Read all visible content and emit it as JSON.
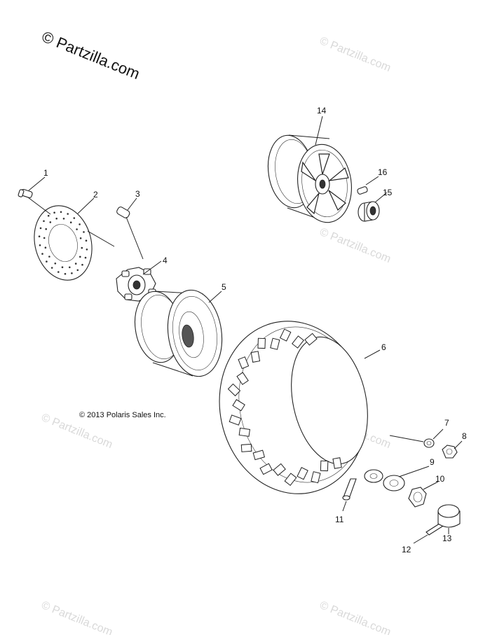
{
  "watermark": {
    "main": "© Partzilla.com",
    "faint": "© Partzilla.com"
  },
  "copyright": "© 2013 Polaris Sales Inc.",
  "callouts": {
    "c1": "1",
    "c2": "2",
    "c3": "3",
    "c4": "4",
    "c5": "5",
    "c6": "6",
    "c7": "7",
    "c8": "8",
    "c9": "9",
    "c10": "10",
    "c11": "11",
    "c12": "12",
    "c13": "13",
    "c14": "14",
    "c15": "15",
    "c16": "16"
  }
}
